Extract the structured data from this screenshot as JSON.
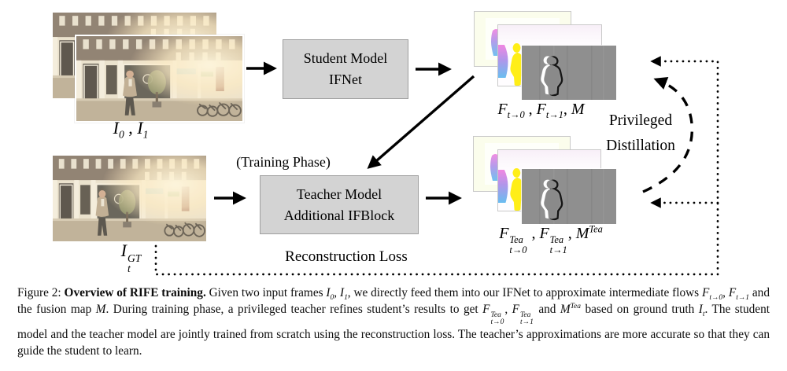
{
  "colors": {
    "box_fill": "#d3d3d3",
    "box_border": "#9e9e9e",
    "mask_gray": "#8f8f8f",
    "flow_yellow": "#ffee18",
    "arrow_black": "#000000"
  },
  "diagram": {
    "input_label_tokens": [
      {
        "t": "I",
        "s": "i"
      },
      {
        "d": "0"
      },
      {
        "t": " , "
      },
      {
        "t": "I",
        "s": "i"
      },
      {
        "d": "1"
      }
    ],
    "gt_label_tokens": [
      {
        "t": "I",
        "s": "i"
      },
      {
        "u": "GT",
        "d": "t"
      }
    ],
    "student_box": {
      "line1": "Student Model",
      "line2": "IFNet"
    },
    "teacher_box": {
      "line1": "Teacher Model",
      "line2": "Additional IFBlock"
    },
    "training_phase_label": "(Training Phase)",
    "reconstruction_loss_label": "Reconstruction Loss",
    "privileged_distillation": {
      "line1": "Privileged",
      "line2": "Distillation"
    },
    "student_output_label_tokens": [
      {
        "t": "F",
        "s": "i"
      },
      {
        "d": "t→0"
      },
      {
        "t": " , "
      },
      {
        "t": "F",
        "s": "i"
      },
      {
        "d": "t→1"
      },
      {
        "t": ", "
      },
      {
        "t": "M",
        "s": "i"
      }
    ],
    "teacher_output_label_tokens": [
      {
        "t": "F",
        "s": "i"
      },
      {
        "u": "Tea",
        "d": "t→0"
      },
      {
        "t": " , "
      },
      {
        "t": "F",
        "s": "i"
      },
      {
        "u": "Tea",
        "d": "t→1"
      },
      {
        "t": ", "
      },
      {
        "t": "M",
        "s": "i"
      },
      {
        "u": "Tea"
      }
    ]
  },
  "caption": {
    "tokens": [
      {
        "t": "Figure 2: "
      },
      {
        "t": "Overview of RIFE training.",
        "s": "b"
      },
      {
        "t": " Given two input frames "
      },
      {
        "t": "I",
        "s": "i"
      },
      {
        "d": "0"
      },
      {
        "t": ", "
      },
      {
        "t": "I",
        "s": "i"
      },
      {
        "d": "1"
      },
      {
        "t": ", we directly feed them into our IFNet to approximate intermediate flows "
      },
      {
        "t": "F",
        "s": "i"
      },
      {
        "d": "t→0"
      },
      {
        "t": ", "
      },
      {
        "t": "F",
        "s": "i"
      },
      {
        "d": "t→1"
      },
      {
        "t": " and the fusion map "
      },
      {
        "t": "M",
        "s": "i"
      },
      {
        "t": ". During training phase, a privileged teacher refines student’s results to get "
      },
      {
        "t": "F",
        "s": "i"
      },
      {
        "u": "Tea",
        "d": "t→0"
      },
      {
        "t": ", "
      },
      {
        "t": "F",
        "s": "i"
      },
      {
        "u": "Tea",
        "d": "t→1"
      },
      {
        "t": " and "
      },
      {
        "t": "M",
        "s": "i"
      },
      {
        "u": "Tea"
      },
      {
        "t": " based on ground truth "
      },
      {
        "t": "I",
        "s": "i"
      },
      {
        "d": "t"
      },
      {
        "t": ". The student model and the teacher model are jointly trained from scratch using the reconstruction loss. The teacher’s approximations are more accurate so that they can guide the student to learn."
      }
    ]
  }
}
